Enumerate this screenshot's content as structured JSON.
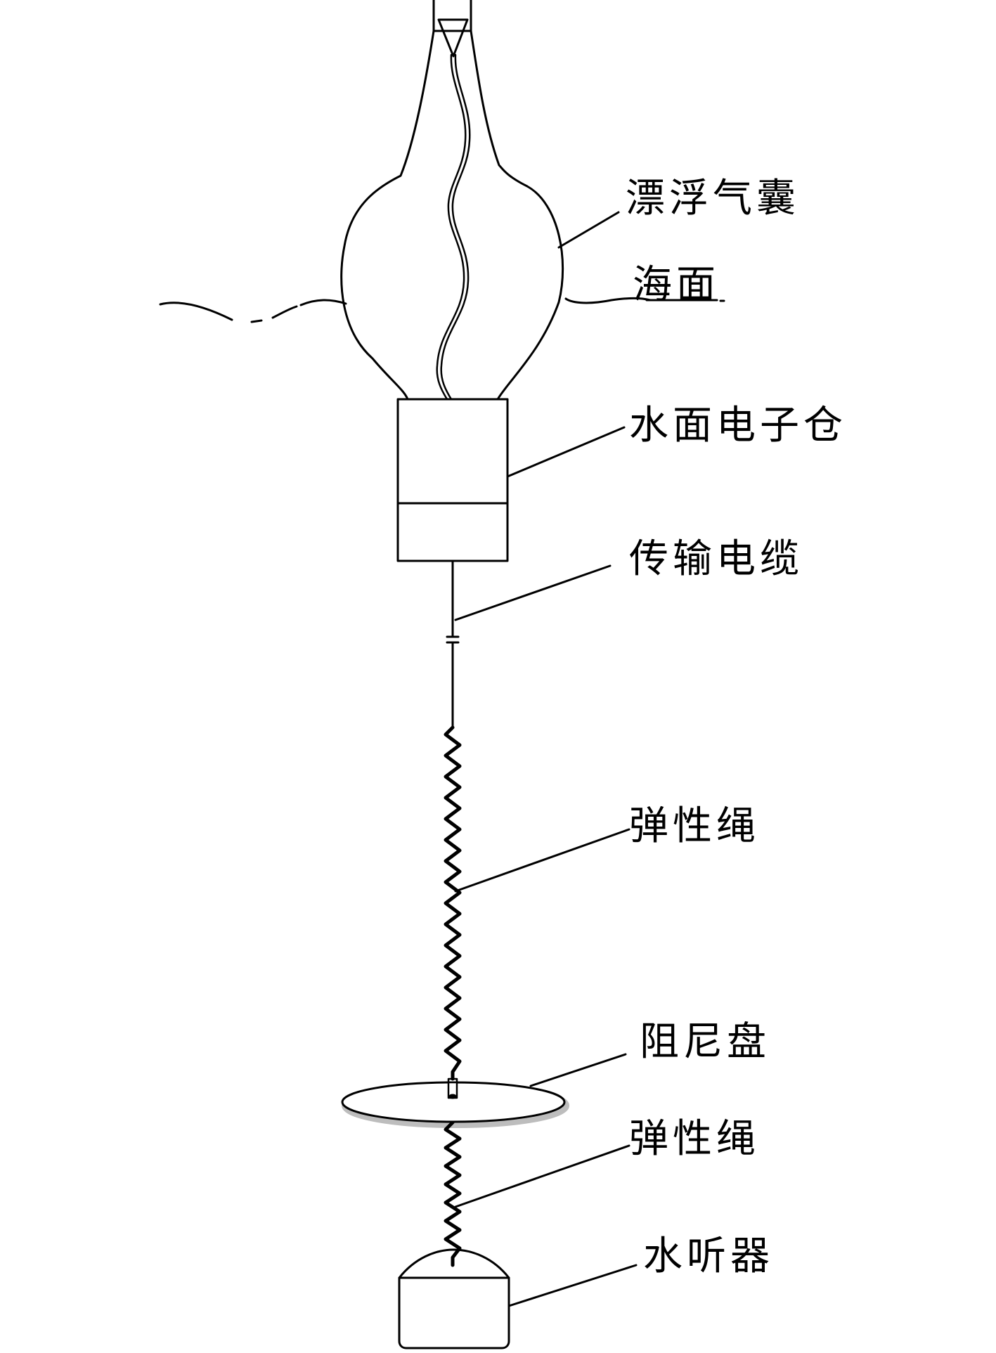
{
  "labels": {
    "airbag": "漂浮气囊",
    "sea_surface": "海面",
    "electronics_cabin": "水面电子仓",
    "cable": "传输电缆",
    "elastic_rope_upper": "弹性绳",
    "damping_disc": "阻尼盘",
    "elastic_rope_lower": "弹性绳",
    "hydrophone": "水听器"
  },
  "colors": {
    "stroke": "#000000",
    "background": "#ffffff",
    "disc_shadow": "#bdbdbd"
  }
}
